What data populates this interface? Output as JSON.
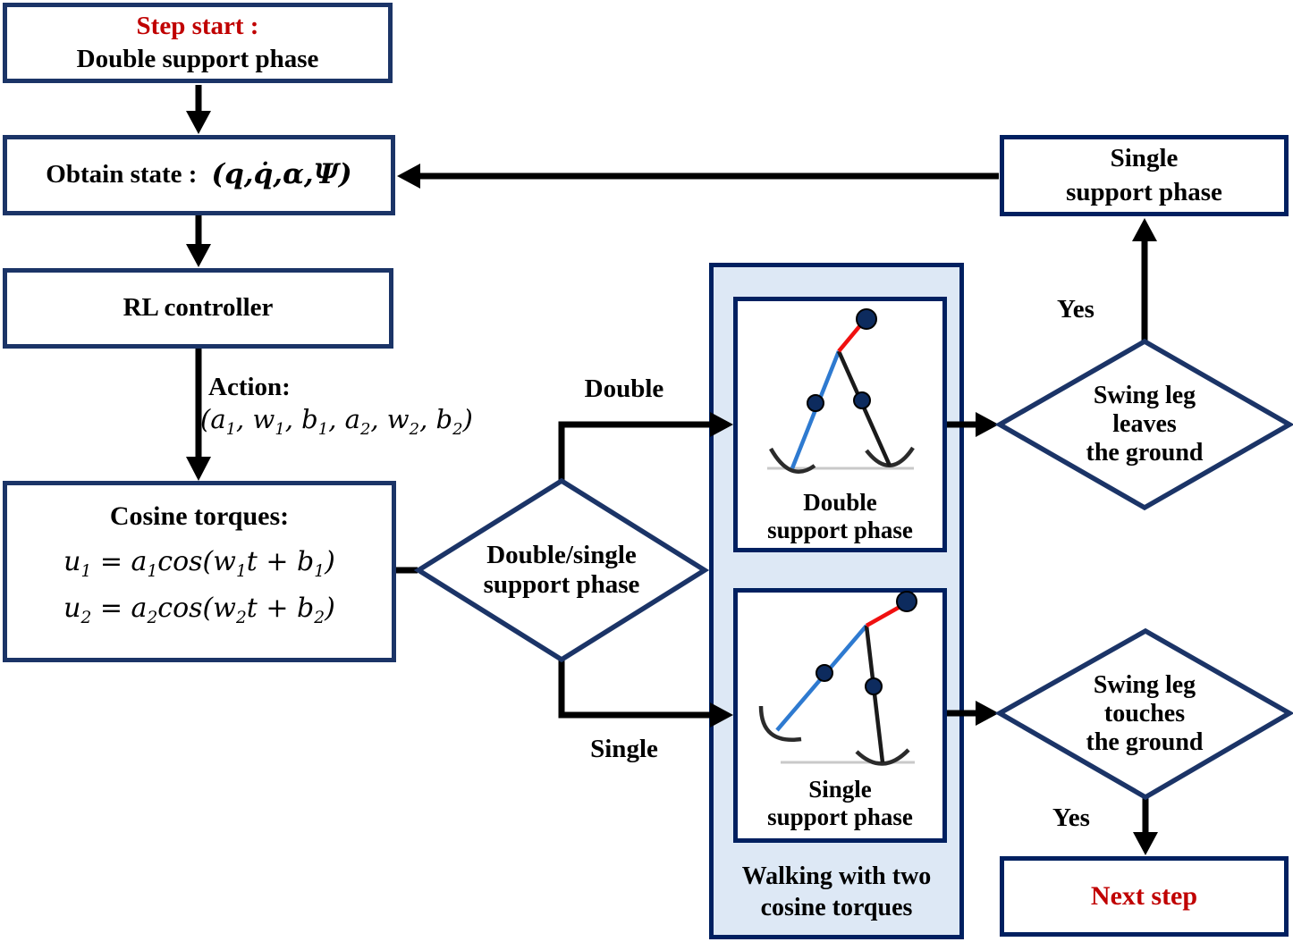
{
  "flowchart": {
    "step_start": {
      "title": "Step start :",
      "subtitle": "Double support phase"
    },
    "obtain_state": {
      "label": "Obtain state :",
      "state_vector": "(q,q̇,α,Ψ)"
    },
    "rl_controller": {
      "label": "RL controller"
    },
    "action": {
      "title": "Action:",
      "formula": "(a_1, w_1, b_1, a_2, w_2, b_2)"
    },
    "cosine_torques": {
      "title": "Cosine torques:",
      "equation_1": "u_1 = a_1cos(w_1t + b_1)",
      "equation_2": "u_2 = a_2cos(w_2t + b_2)"
    },
    "phase_decision": {
      "line1": "Double/single",
      "line2": "support phase",
      "branch_double": "Double",
      "branch_single": "Single"
    },
    "walking_panel": {
      "double_support_caption_1": "Double",
      "double_support_caption_2": "support phase",
      "single_support_caption_1": "Single",
      "single_support_caption_2": "support phase",
      "panel_caption_1": "Walking with two",
      "panel_caption_2": "cosine torques"
    },
    "swing_leaves_decision": {
      "line1": "Swing leg",
      "line2": "leaves",
      "line3": "the ground",
      "yes_label": "Yes"
    },
    "swing_touches_decision": {
      "line1": "Swing leg",
      "line2": "touches",
      "line3": "the ground",
      "yes_label": "Yes"
    },
    "single_support_phase_box": {
      "line1": "Single",
      "line2": "support phase"
    },
    "next_step": {
      "label": "Next step"
    }
  },
  "colors": {
    "border_navy": "#1b3467",
    "panel_navy": "#002060",
    "panel_fill": "#dde8f5",
    "accent_red": "#c00000",
    "arrow_black": "#000000",
    "leg_blue": "#2e7ad0",
    "torso_red": "#f01010",
    "joint_navy": "#0d2b5e",
    "ground_gray": "#c9c9c9"
  }
}
